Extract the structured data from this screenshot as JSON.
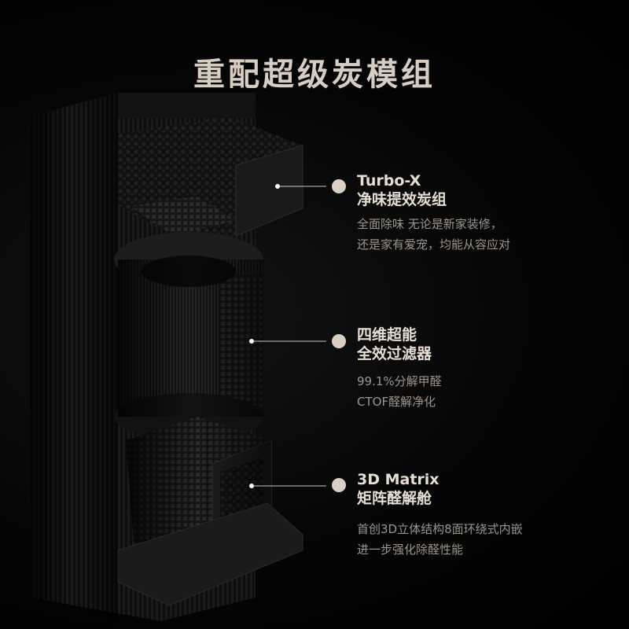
{
  "title": "重配超级炭模组",
  "features": [
    {
      "heading": [
        "Turbo-X",
        "净味提效炭组"
      ],
      "desc": [
        "全面除味 无论是新家装修，",
        "还是家有爱宠，均能从容应对"
      ]
    },
    {
      "heading": [
        "四维超能",
        "全效过滤器"
      ],
      "desc": [
        "99.1%分解甲醛",
        "CTOF醛解净化"
      ]
    },
    {
      "heading": [
        "3D Matrix",
        "矩阵醛解舱"
      ],
      "desc": [
        "首创3D立体结构8面环绕式内嵌",
        "进一步强化除醛性能"
      ]
    }
  ],
  "colors": {
    "background": "#030303",
    "title": "#d8cdc2",
    "dot": "#d9cfc4",
    "desc": "#9d958d"
  }
}
